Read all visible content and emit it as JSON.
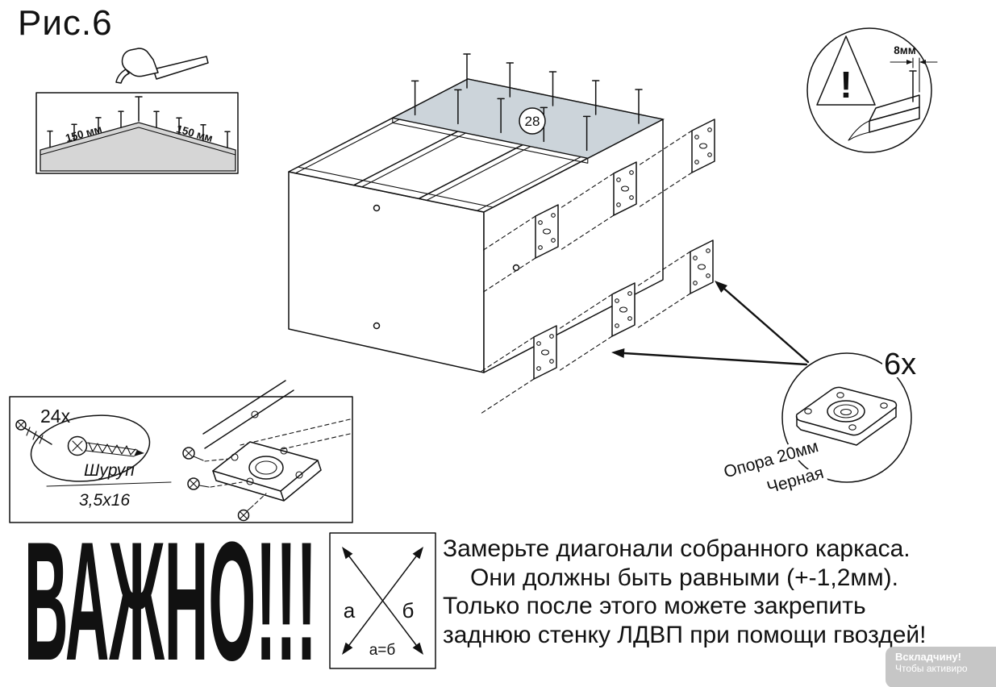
{
  "page": {
    "title": "Рис.6"
  },
  "hammer_detail": {
    "left_spacing": "150 мм",
    "right_spacing": "150 мм"
  },
  "cabinet": {
    "part_badge": "28"
  },
  "nail_warning": {
    "exclamation": "!",
    "offset": "8мм"
  },
  "support": {
    "count": "6x",
    "name": "Опора 20мм",
    "color": "Черная"
  },
  "screws": {
    "count": "24x",
    "name": "Шуруп",
    "size": "3,5х16"
  },
  "important": {
    "headline": "ВАЖНО!!!",
    "diagonal_a": "а",
    "diagonal_b": "б",
    "equality": "а=б",
    "lines": [
      "Замерьте диагонали собранного каркаса.",
      "Они должны быть равными (+-1,2мм).",
      "Только после этого можете закрепить",
      "заднюю стенку ЛДВП при помощи гвоздей!"
    ]
  },
  "watermark": {
    "line1": "Вскладчину!",
    "line2": "Чтобы активиро"
  },
  "colors": {
    "ink": "#111111",
    "panel_gray": "#d6d6d6",
    "back_panel": "#ccd4da"
  }
}
